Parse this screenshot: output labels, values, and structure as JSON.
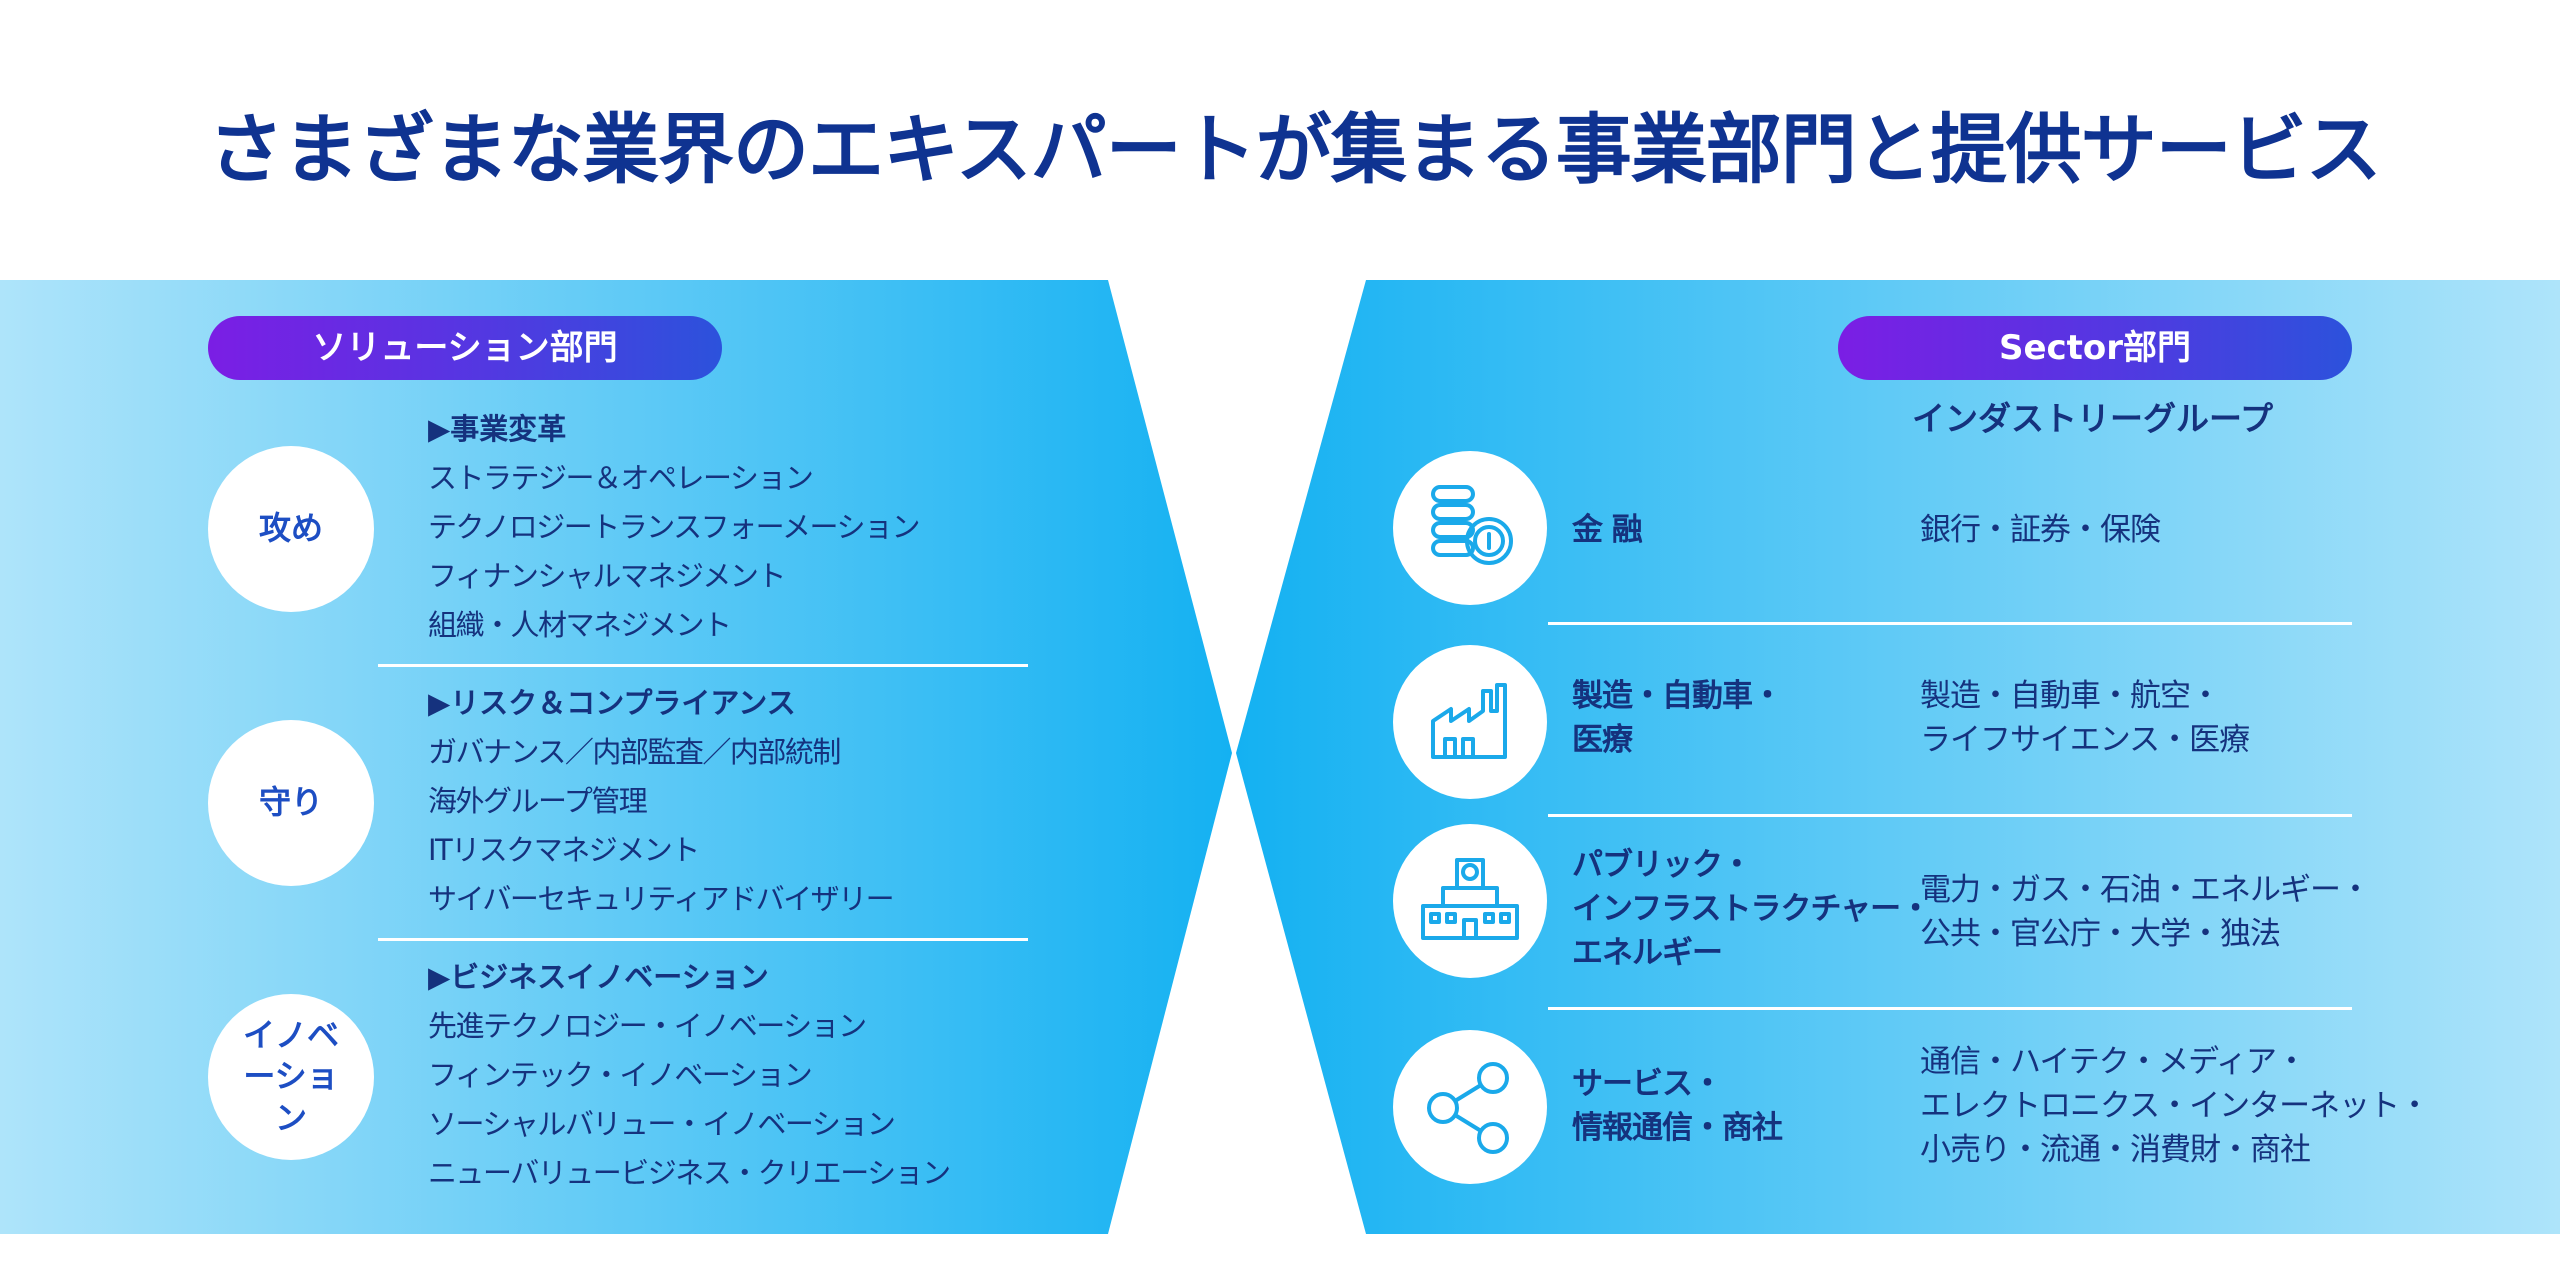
{
  "title": "さまざまな業界のエキスパートが集まる事業部門と提供サービス",
  "solution": {
    "label": "ソリューション部門",
    "groups": [
      {
        "circle": "攻め",
        "heading": "▶事業変革",
        "items": [
          "ストラテジー＆オペレーション",
          "テクノロジートランスフォーメーション",
          "フィナンシャルマネジメント",
          "組織・人材マネジメント"
        ]
      },
      {
        "circle": "守り",
        "heading": "▶リスク＆コンプライアンス",
        "items": [
          "ガバナンス／内部監査／内部統制",
          "海外グループ管理",
          "ITリスクマネジメント",
          "サイバーセキュリティアドバイザリー"
        ]
      },
      {
        "circle": "イノベーション",
        "heading": "▶ビジネスイノベーション",
        "items": [
          "先進テクノロジー・イノベーション",
          "フィンテック・イノベーション",
          "ソーシャルバリュー・イノベーション",
          "ニューバリュービジネス・クリエーション"
        ]
      }
    ]
  },
  "sector": {
    "label": "Sector部門",
    "subtitle": "インダストリーグループ",
    "industries": [
      {
        "icon": "coins-icon",
        "name": [
          "金 融"
        ],
        "detail": [
          "銀行・証券・保険"
        ]
      },
      {
        "icon": "factory-icon",
        "name": [
          "製造・自動車・",
          "医療"
        ],
        "detail": [
          "製造・自動車・航空・",
          "ライフサイエンス・医療"
        ]
      },
      {
        "icon": "public-building-icon",
        "name": [
          "パブリック・",
          "インフラストラクチャー・",
          "エネルギー"
        ],
        "detail": [
          "電力・ガス・石油・エネルギー・",
          "公共・官公庁・大学・独法"
        ]
      },
      {
        "icon": "share-network-icon",
        "name": [
          "サービス・",
          "情報通信・商社"
        ],
        "detail": [
          "通信・ハイテク・メディア・",
          "エレクトロニクス・インターネット・",
          "小売り・流通・消費財・商社"
        ]
      }
    ]
  },
  "colors": {
    "title": "#0f3391",
    "text": "#15327e",
    "panel_light": "#aee4fa",
    "panel_dark": "#14b1f2",
    "pill_start": "#7b1ee4",
    "pill_end": "#2c52dc",
    "icon": "#1aa9ea"
  }
}
